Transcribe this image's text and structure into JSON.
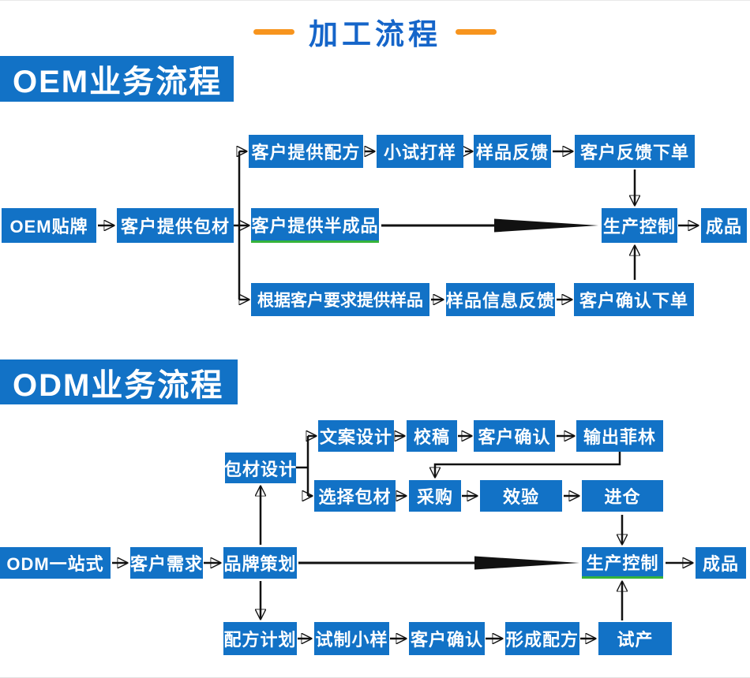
{
  "title": {
    "text": "加工流程"
  },
  "colors": {
    "box_blue": "#1272c6",
    "title_blue": "#1565c9",
    "accent_orange": "#f7941e",
    "arrow_black": "#111111",
    "green_underline": "#35b33a"
  },
  "oem": {
    "header": "OEM业务流程",
    "nodes": {
      "oem_tiepai": "OEM贴牌",
      "kehu_tigong_baocai": "客户提供包材",
      "kehu_tigong_peifang": "客户提供配方",
      "xiaoshi_dayang": "小试打样",
      "yangpin_fankui": "样品反馈",
      "kehu_fankui_xiadan": "客户反馈下单",
      "kehu_tigong_banchengpin": "客户提供半成品",
      "genju_kehu_yaoqiu": "根据客户要求提供样品",
      "yangpin_xinxi_fankui": "样品信息反馈",
      "kehu_queren_xiadan": "客户确认下单",
      "shengchan_kongzhi": "生产控制",
      "chengpin": "成品"
    }
  },
  "odm": {
    "header": "ODM业务流程",
    "nodes": {
      "odm_yizhanshi": "ODM一站式",
      "kehu_xuqiu": "客户需求",
      "pinpai_cehua": "品牌策划",
      "baocai_sheji": "包材设计",
      "wenan_sheji": "文案设计",
      "jiaogao": "校稿",
      "kehu_queren_a": "客户确认",
      "shuchu_feilin": "输出菲林",
      "xuanze_baocai": "选择包材",
      "caigou": "采购",
      "xiaoyan": "效验",
      "jincang": "进仓",
      "shengchan_kongzhi": "生产控制",
      "chengpin": "成品",
      "peifang_jihua": "配方计划",
      "shizhi_xiaoyang": "试制小样",
      "kehu_queren_b": "客户确认",
      "xingcheng_peifang": "形成配方",
      "shichan": "试产"
    }
  }
}
